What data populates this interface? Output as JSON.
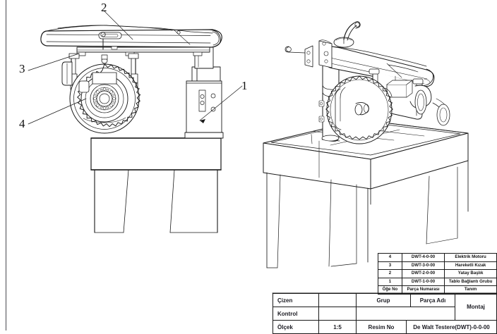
{
  "drawing": {
    "title": "De Walt Testere(DWT)-0-0-00",
    "sheet_background": "#ffffff",
    "line_color": "#1a1a1a"
  },
  "callouts": [
    {
      "id": "callout-1",
      "label": "1"
    },
    {
      "id": "callout-2",
      "label": "2"
    },
    {
      "id": "callout-3",
      "label": "3"
    },
    {
      "id": "callout-4",
      "label": "4"
    }
  ],
  "bom": {
    "headers": {
      "item": "Öğe No",
      "part_number": "Parça Numarası",
      "description": "Tanım"
    },
    "rows": [
      {
        "item": "4",
        "part_number": "DWT-4-0-00",
        "description": "Elektrik Motoru"
      },
      {
        "item": "3",
        "part_number": "DWT-3-0-00",
        "description": "Hareketli Kızak"
      },
      {
        "item": "2",
        "part_number": "DWT-2-0-00",
        "description": "Yatay Başlık"
      },
      {
        "item": "1",
        "part_number": "DWT-1-0-00",
        "description": "Tablo Bağlantı Grubu"
      }
    ]
  },
  "title_block": {
    "drawn_by_label": "Çizen",
    "drawn_by_value": "",
    "group_label": "Grup",
    "part_name_label": "Parça Adı",
    "part_name_value": "Montaj",
    "control_label": "Kontrol",
    "control_value": "",
    "scale_label": "Ölçek",
    "scale_value": "1:5",
    "drawing_no_label": "Resim No",
    "drawing_no_value": "De Walt Testere(DWT)-0-0-00"
  }
}
